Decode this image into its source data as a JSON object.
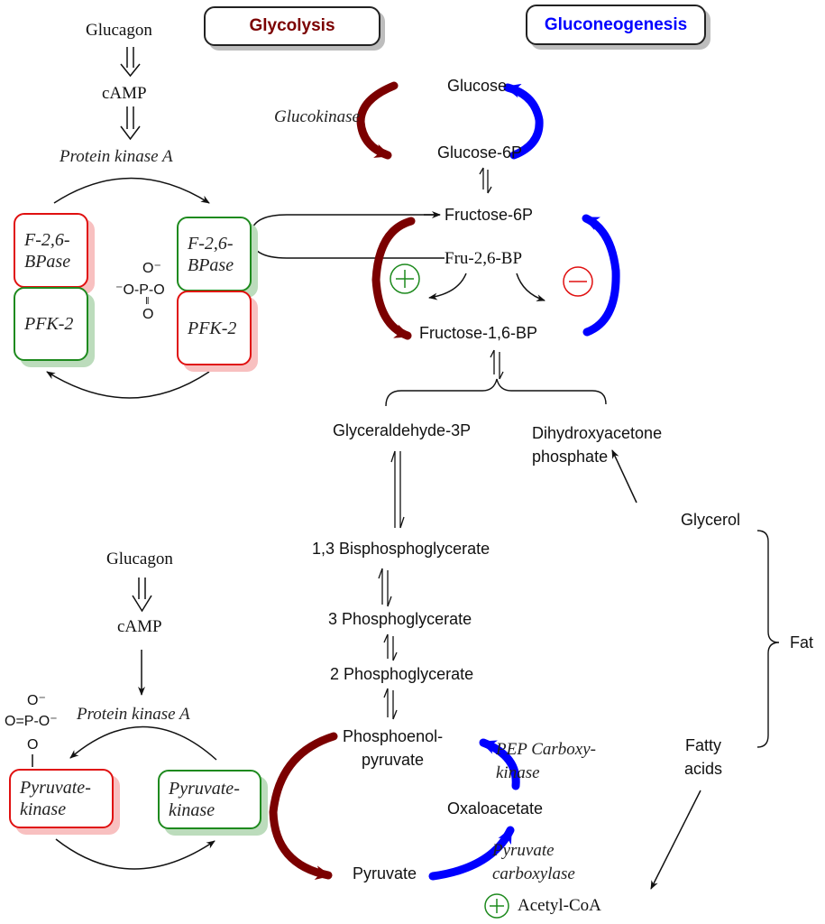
{
  "headers": {
    "glycolysis": "Glycolysis",
    "gluconeogenesis": "Gluconeogenesis"
  },
  "colors": {
    "glycolysis": "#7b0000",
    "gluconeogenesis": "#0000ff",
    "activation": "#1e8a1e",
    "inhibition": "#e01010"
  },
  "top_regulation": {
    "glucagon": "Glucagon",
    "camp": "cAMP",
    "protein_kinase_a": "Protein kinase A",
    "left_box": {
      "top_label": "F-2,6-",
      "top_label2": "BPase",
      "bottom_label": "PFK-2"
    },
    "right_box": {
      "top_label": "F-2,6-",
      "top_label2": "BPase",
      "bottom_label": "PFK-2"
    },
    "phosphate": {
      "top": "O⁻",
      "middle": "⁻O-P-O",
      "double": "‖",
      "bottom": "O"
    }
  },
  "pathway": {
    "glucose": "Glucose",
    "glucokinase": "Glucokinase",
    "glucose_6p": "Glucose-6P",
    "fructose_6p": "Fructose-6P",
    "fru_2_6_bp": "Fru-2,6-BP",
    "plus_symbol": "+",
    "minus_symbol": "−",
    "fructose_1_6_bp": "Fructose-1,6-BP",
    "glyceraldehyde_3p": "Glyceraldehyde-3P",
    "dhap_line1": "Dihydroxyacetone",
    "dhap_line2": "phosphate",
    "bpg_1_3": "1,3 Bisphosphoglycerate",
    "pg_3": "3 Phosphoglycerate",
    "pg_2": "2 Phosphoglycerate",
    "pep_line1": "Phosphoenol-",
    "pep_line2": "pyruvate",
    "pepck_line1": "PEP Carboxy-",
    "pepck_line2": "kinase",
    "oxaloacetate": "Oxaloacetate",
    "pyruvate": "Pyruvate",
    "pc_line1": "Pyruvate",
    "pc_line2": "carboxylase",
    "acetyl_coa": "Acetyl-CoA"
  },
  "fat": {
    "glycerol": "Glycerol",
    "fat": "Fat",
    "fatty_line1": "Fatty",
    "fatty_line2": "acids"
  },
  "bottom_regulation": {
    "glucagon": "Glucagon",
    "camp": "cAMP",
    "protein_kinase_a": "Protein kinase A",
    "phosphate": {
      "top": "O⁻",
      "middle": "O=P-O⁻",
      "bottom": "O"
    },
    "left_box": {
      "line1": "Pyruvate-",
      "line2": "kinase"
    },
    "right_box": {
      "line1": "Pyruvate-",
      "line2": "kinase"
    }
  }
}
